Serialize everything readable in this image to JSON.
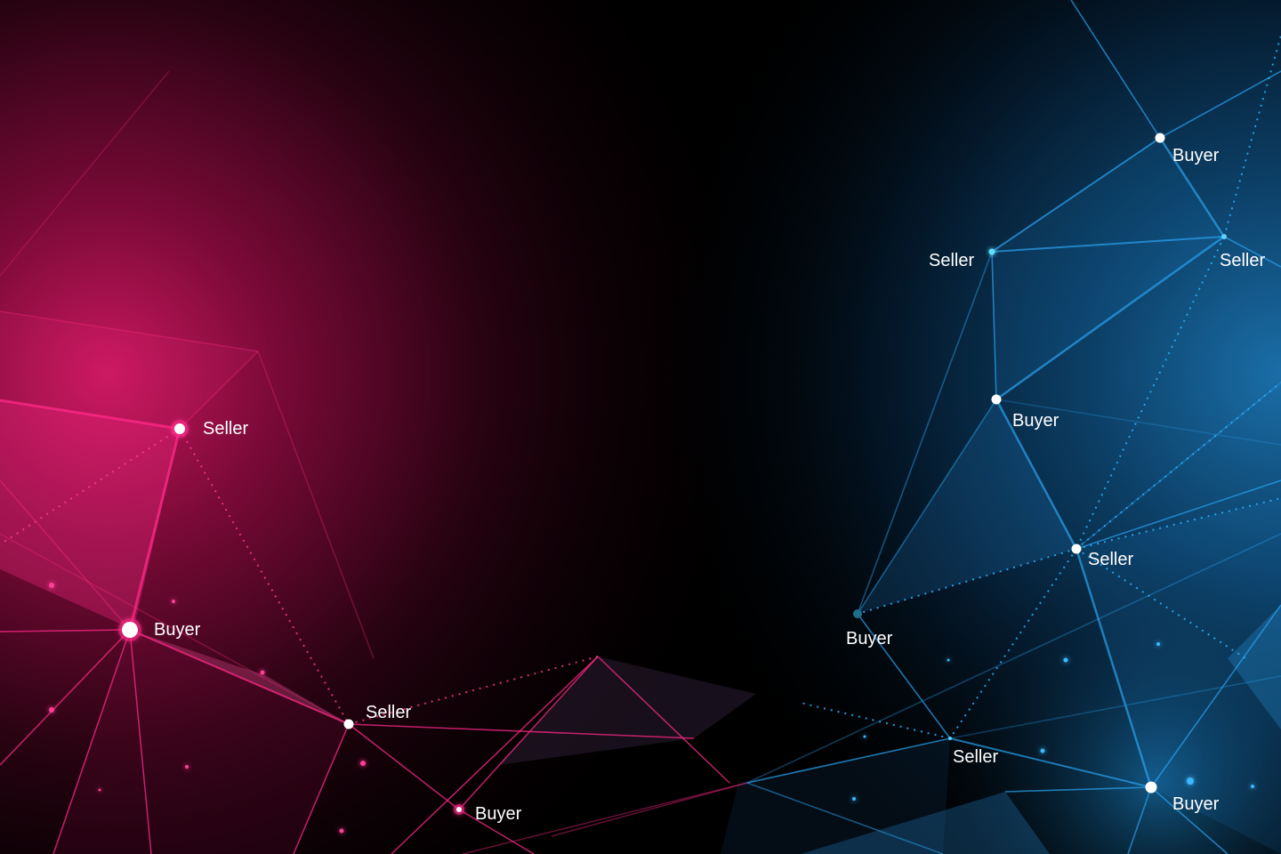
{
  "colors": {
    "background": "#000000",
    "pink_accent": "#ff1f86",
    "blue_accent": "#1e9be8",
    "node_fill": "#ffffff",
    "label_text": "#ffffff"
  },
  "network": {
    "left": {
      "nodes": [
        {
          "id": "l1",
          "label": "Seller"
        },
        {
          "id": "l2",
          "label": "Buyer"
        },
        {
          "id": "l3",
          "label": "Seller"
        },
        {
          "id": "l4",
          "label": "Buyer"
        }
      ]
    },
    "right": {
      "nodes": [
        {
          "id": "r1",
          "label": "Buyer"
        },
        {
          "id": "r2",
          "label": "Seller"
        },
        {
          "id": "r3",
          "label": "Seller"
        },
        {
          "id": "r4",
          "label": "Buyer"
        },
        {
          "id": "r5",
          "label": "Seller"
        },
        {
          "id": "r6",
          "label": "Buyer"
        },
        {
          "id": "r7",
          "label": "Seller"
        },
        {
          "id": "r8",
          "label": "Buyer"
        }
      ]
    }
  }
}
